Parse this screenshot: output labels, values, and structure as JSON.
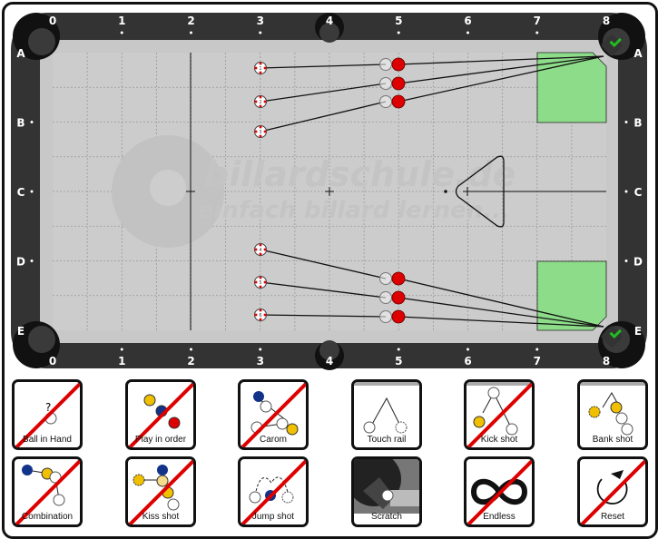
{
  "table": {
    "columns": [
      "0",
      "1",
      "2",
      "3",
      "4",
      "5",
      "6",
      "7",
      "8"
    ],
    "rows": [
      "A",
      "B",
      "C",
      "D",
      "E"
    ],
    "watermark": [
      "billardschule.de",
      "einfach billard lernen..."
    ],
    "cue_balls": [
      "1",
      "2",
      "3",
      "4",
      "5",
      "6"
    ],
    "colors": {
      "rail": "#333333",
      "cushion": "#c8c8c8",
      "cloth": "#cccccc",
      "target_zone": "#8ddc8a",
      "object_ball": "#dd0000",
      "check": "#22bb22"
    }
  },
  "icons": [
    {
      "label": "Ball in Hand",
      "crossed": true
    },
    {
      "label": "Play in order",
      "crossed": true
    },
    {
      "label": "Carom",
      "crossed": true
    },
    {
      "label": "Touch rail",
      "crossed": false
    },
    {
      "label": "Kick shot",
      "crossed": true
    },
    {
      "label": "Bank shot",
      "crossed": false
    },
    {
      "label": "Combination",
      "crossed": true
    },
    {
      "label": "Kiss shot",
      "crossed": true
    },
    {
      "label": "Jump shot",
      "crossed": true
    },
    {
      "label": "Scratch",
      "crossed": false
    },
    {
      "label": "Endless",
      "crossed": true
    },
    {
      "label": "Reset",
      "crossed": true
    }
  ]
}
